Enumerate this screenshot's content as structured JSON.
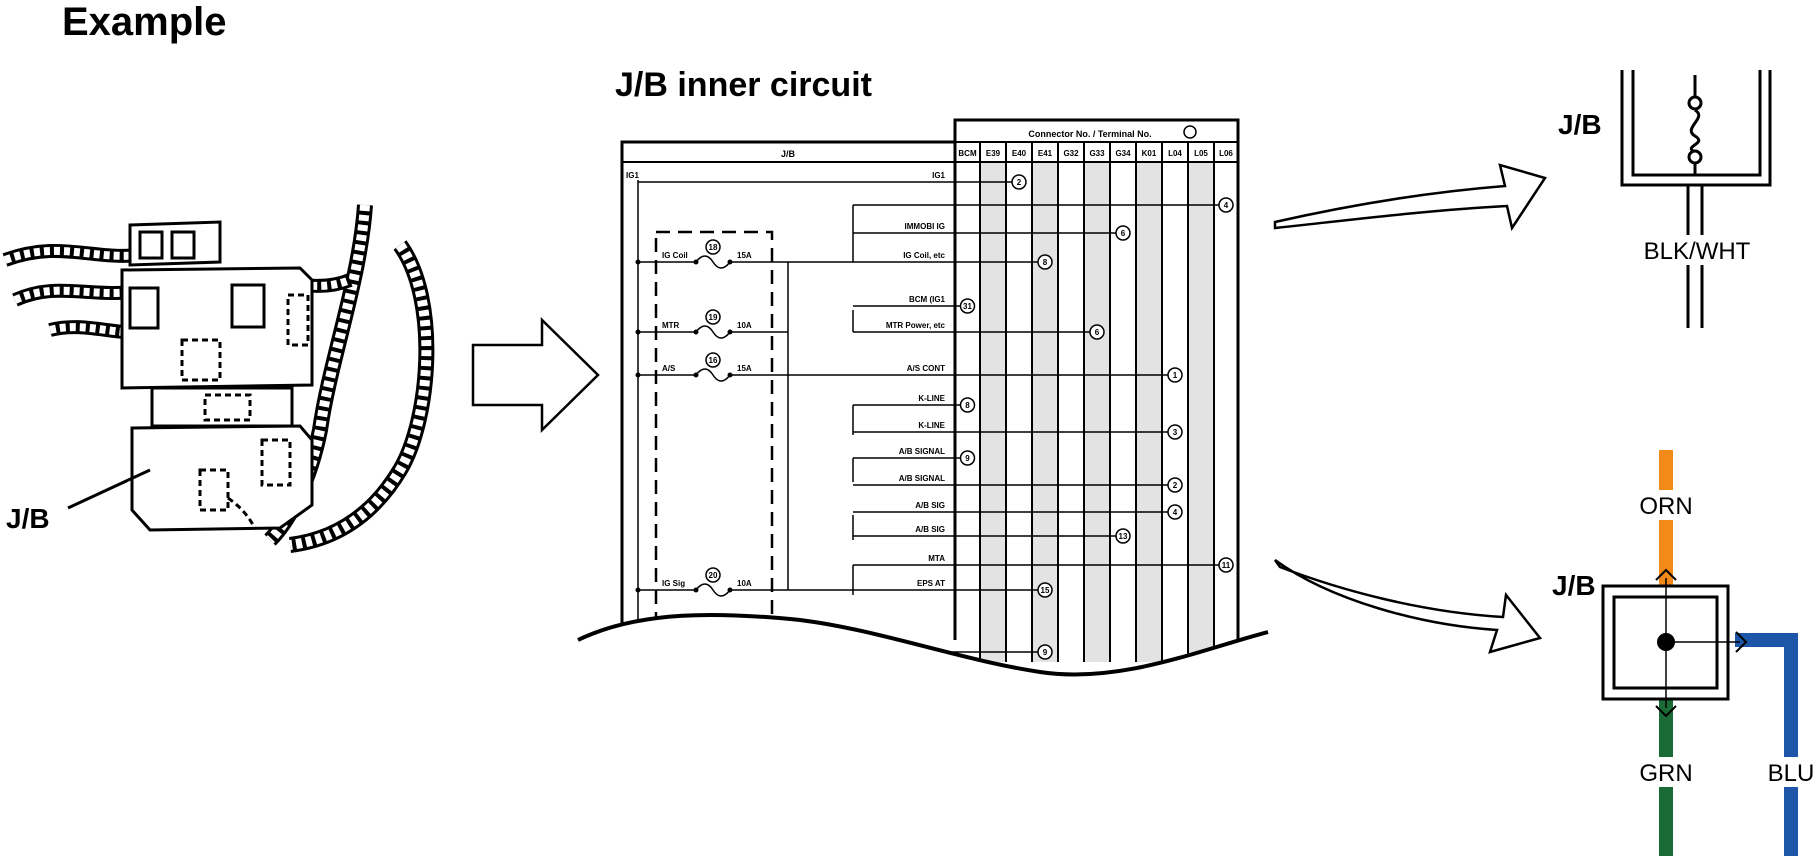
{
  "page": {
    "title": "Example"
  },
  "harness": {
    "jb_label": "J/B"
  },
  "inner_circuit": {
    "title": "J/B inner circuit",
    "table_header": "J/B",
    "connector_header": "Connector No. / Terminal No.",
    "columns": [
      "BCM",
      "E39",
      "E40",
      "E41",
      "G32",
      "G33",
      "G34",
      "K01",
      "L04",
      "L05",
      "L06"
    ],
    "feed_label": "IG1",
    "fuses": [
      {
        "name": "IG Coil",
        "number": "18",
        "rating": "15A"
      },
      {
        "name": "MTR",
        "number": "19",
        "rating": "10A"
      },
      {
        "name": "A/S",
        "number": "16",
        "rating": "15A"
      },
      {
        "name": "IG Sig",
        "number": "20",
        "rating": "10A"
      }
    ],
    "circuits": [
      {
        "name": "IG1",
        "terminal": "2"
      },
      {
        "name": "",
        "terminal": "4"
      },
      {
        "name": "IMMOBI IG",
        "terminal": "6"
      },
      {
        "name": "IG Coil, etc",
        "terminal": "8"
      },
      {
        "name": "BCM (IG1",
        "terminal": "31"
      },
      {
        "name": "MTR Power, etc",
        "terminal": "6"
      },
      {
        "name": "A/S CONT",
        "terminal": "1"
      },
      {
        "name": "K-LINE",
        "terminal": "8"
      },
      {
        "name": "K-LINE",
        "terminal": "3"
      },
      {
        "name": "A/B SIGNAL",
        "terminal": "9"
      },
      {
        "name": "A/B SIGNAL",
        "terminal": "2"
      },
      {
        "name": "A/B SIG",
        "terminal": "4"
      },
      {
        "name": "A/B SIG",
        "terminal": "13"
      },
      {
        "name": "MTA",
        "terminal": "11"
      },
      {
        "name": "EPS AT",
        "terminal": "15"
      },
      {
        "name": "",
        "terminal": "9"
      }
    ]
  },
  "fuse_detail": {
    "jb_label": "J/B",
    "wire_label": "BLK/WHT"
  },
  "junction_detail": {
    "jb_label": "J/B",
    "wires": [
      {
        "name": "ORN",
        "color": "#f28a1a"
      },
      {
        "name": "GRN",
        "color": "#1a6b35"
      },
      {
        "name": "BLU",
        "color": "#1d56a8"
      }
    ]
  }
}
